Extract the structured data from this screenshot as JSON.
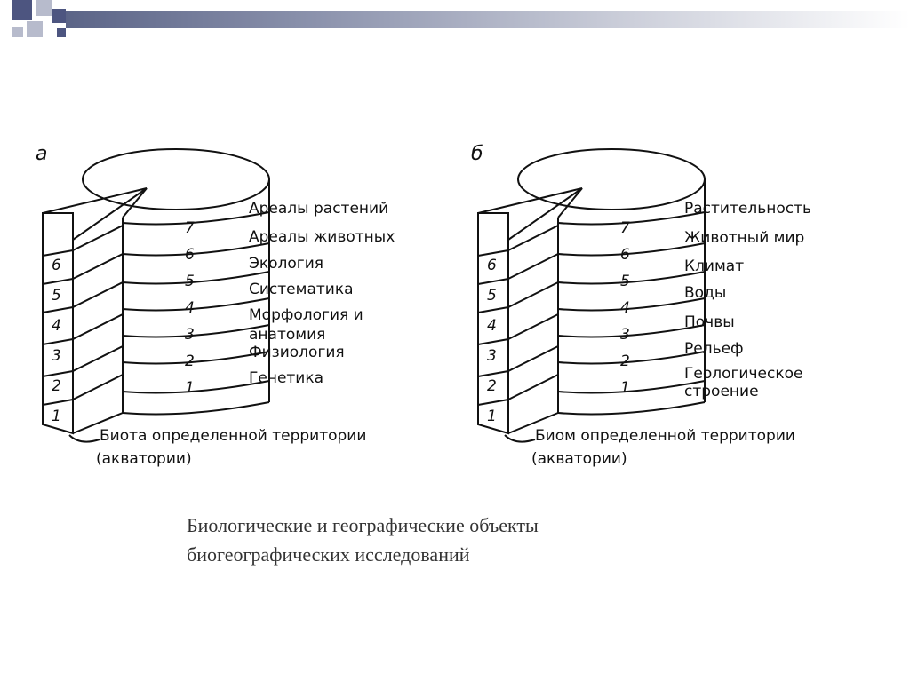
{
  "figure_a": {
    "letter": "а",
    "layers_top": [
      "7",
      "6",
      "5",
      "4",
      "3",
      "2",
      "1"
    ],
    "layers_front": [
      "6",
      "5",
      "4",
      "3",
      "2",
      "1"
    ],
    "labels": [
      "Ареалы растений",
      "Ареалы животных",
      "Экология",
      "Систематика",
      "Морфология и",
      "анатомия",
      "Физиология",
      "Генетика"
    ],
    "base_label": [
      "Биота определенной территории",
      "(акватории)"
    ]
  },
  "figure_b": {
    "letter": "б",
    "layers_top": [
      "7",
      "6",
      "5",
      "4",
      "3",
      "2",
      "1"
    ],
    "layers_front": [
      "6",
      "5",
      "4",
      "3",
      "2",
      "1"
    ],
    "labels": [
      "Растительность",
      "Животный мир",
      "Климат",
      "Воды",
      "Почвы",
      "Рельеф",
      "Геологическое",
      "строение"
    ],
    "base_label": [
      "Биом определенной территории",
      "(акватории)"
    ]
  },
  "caption": {
    "line1": "Биологические и географические объекты",
    "line2": "биогеографических исследований"
  },
  "colors": {
    "bar_dark": "#5b6487",
    "square_dark": "#4d5580",
    "square_light": "#b7bbcc"
  }
}
